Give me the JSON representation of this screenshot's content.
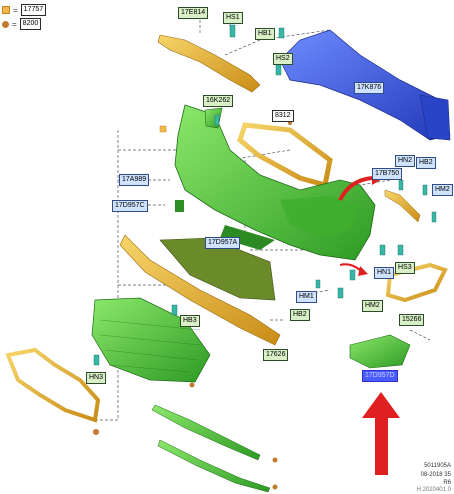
{
  "legend": {
    "square_value": "17757",
    "dot_value": "8200",
    "equals": "="
  },
  "labels": {
    "17E814": "17E814",
    "HS1": "HS1",
    "HB1": "HB1",
    "HS2": "HS2",
    "16K262": "16K262",
    "8312": "8312",
    "17K876": "17K876",
    "17A989": "17A989",
    "17D957C": "17D957C",
    "17B750": "17B750",
    "HN2": "HN2",
    "HB2_top": "HB2",
    "HM2_top": "HM2",
    "17D957A": "17D957A",
    "HN1": "HN1",
    "HS3": "HS3",
    "HM1": "HM1",
    "HM2_mid": "HM2",
    "HB2_mid": "HB2",
    "15266": "15266",
    "HB3": "HB3",
    "17626": "17626",
    "HN3": "HN3",
    "17D957D": "17D957D"
  },
  "footer": {
    "code": "5011905A",
    "date": "08-2018 35",
    "rev": "R6",
    "extra": "H 2020401 0"
  },
  "colors": {
    "bumper_green": "#4fc23a",
    "yellow_part": "#e8b83a",
    "blue_beam": "#3a5be0",
    "arrow_red": "#e02020",
    "highlight_label": "#4a5cff"
  }
}
